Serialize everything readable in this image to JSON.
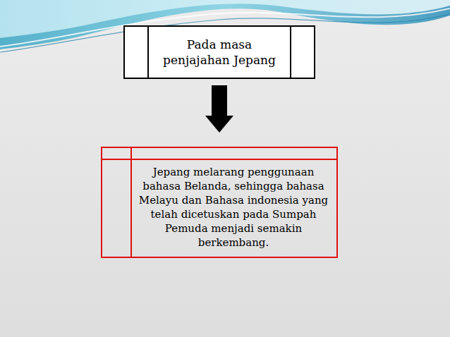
{
  "diagram": {
    "nodes": [
      {
        "text": [
          "Pada masa penjajahan Jepang"
        ]
      },
      {
        "text": [
          "Jepang melarang penggunaan bahasa Belanda, sehingga bahasa Melayu dan Bahasa indonesia yang telah dicetuskan pada Sumpah Pemuda menjadi semakin berkembang."
        ]
      }
    ],
    "edges": [
      {
        "from": 0,
        "to": 1,
        "arrow": "to"
      }
    ]
  }
}
